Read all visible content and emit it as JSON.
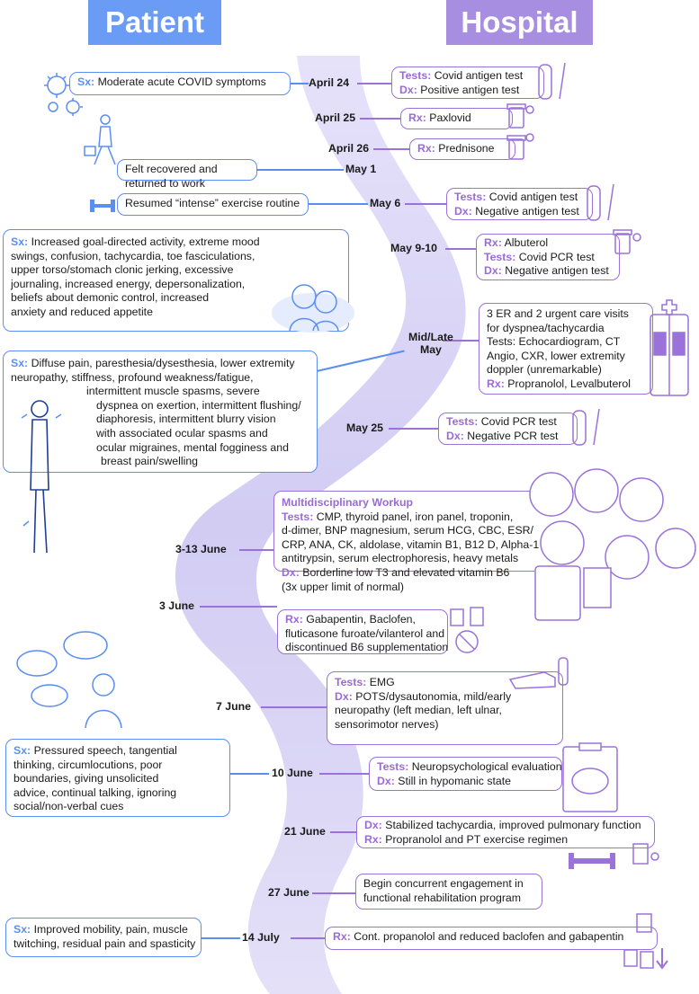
{
  "headers": {
    "patient": "Patient",
    "hospital": "Hospital"
  },
  "labels": {
    "sx": "Sx:",
    "tests": "Tests:",
    "dx": "Dx:",
    "rx": "Rx:"
  },
  "dates": {
    "d1": "April 24",
    "d2": "April 25",
    "d3": "April 26",
    "d4": "May 1",
    "d5": "May 6",
    "d6": "May 9-10",
    "d7a": "Mid/Late",
    "d7b": "May",
    "d8": "May 25",
    "d9": "3-13 June",
    "d10": "3 June",
    "d11": "7 June",
    "d12": "10 June",
    "d13": "21 June",
    "d14": "27 June",
    "d15": "14 July"
  },
  "patient": {
    "p1": "Moderate acute COVID symptoms",
    "p2": "Felt recovered and returned to work",
    "p3": "Resumed “intense” exercise routine",
    "p4": [
      "Increased goal-directed activity, extreme mood",
      "swings, confusion, tachycardia, toe fasciculations,",
      "upper torso/stomach clonic jerking, excessive",
      "journaling, increased energy, depersonalization,",
      "beliefs about demonic control, increased",
      "anxiety and reduced appetite"
    ],
    "p5": [
      "Diffuse pain, paresthesia/dysesthesia, lower extremity",
      "neuropathy, stiffness, profound weakness/fatigue,",
      "intermittent muscle spasms, severe",
      "dyspnea on exertion, intermittent flushing/",
      "diaphoresis, intermittent blurry vision",
      "with associated ocular spasms and",
      "ocular migraines, mental fogginess and",
      "breast pain/swelling"
    ],
    "p6": [
      "Pressured speech, tangential",
      "thinking, circumlocutions, poor",
      "boundaries, giving unsolicited",
      "advice, continual talking, ignoring",
      "social/non-verbal cues"
    ],
    "p7": [
      "Improved mobility, pain, muscle",
      "twitching, residual pain and spasticity"
    ]
  },
  "hospital": {
    "h1_tests": "Covid antigen test",
    "h1_dx": "Positive antigen test",
    "h2_rx": "Paxlovid",
    "h3_rx": "Prednisone",
    "h4_tests": "Covid antigen test",
    "h4_dx": "Negative antigen test",
    "h5_rx": "Albuterol",
    "h5_tests": "Covid PCR test",
    "h5_dx": "Negative antigen test",
    "h6": [
      "3 ER and 2 urgent care visits",
      "for dyspnea/tachycardia",
      "Tests: Echocardiogram, CT",
      "Angio, CXR, lower extremity",
      "doppler (unremarkable)"
    ],
    "h6_rx": "Propranolol, Levalbuterol",
    "h7_tests": "Covid PCR test",
    "h7_dx": "Negative PCR test",
    "h8_title": "Multidisciplinary Workup",
    "h8_tests": [
      "CMP, thyroid panel, iron panel, troponin,",
      "d-dimer, BNP magnesium, serum HCG, CBC, ESR/",
      "CRP, ANA, CK, aldolase, vitamin B1, B12 D, Alpha-1",
      "antitrypsin, serum electrophoresis, heavy metals"
    ],
    "h8_dx": [
      "Borderline low T3 and elevated vitamin B6",
      "(3x upper limit of normal)"
    ],
    "h9_rx": [
      "Gabapentin, Baclofen,",
      "fluticasone furoate/vilanterol and",
      "discontinued B6 supplementation"
    ],
    "h10_tests": "EMG",
    "h10_dx": [
      "POTS/dysautonomia, mild/early",
      "neuropathy (left median, left ulnar,",
      "sensorimotor nerves)"
    ],
    "h11_tests": "Neuropsychological evaluation",
    "h11_dx": "Still in hypomanic state",
    "h12_dx": "Stabilized tachycardia, improved pulmonary function",
    "h12_rx": "Propranolol and PT exercise regimen",
    "h13": [
      "Begin concurrent engagement in",
      "functional rehabilitation program"
    ],
    "h14_rx": "Cont. propanolol and reduced baclofen and gabapentin"
  },
  "colors": {
    "patient": "#5b8ef0",
    "hospital": "#9a72d9",
    "ribbon": "#d9d4f5"
  }
}
